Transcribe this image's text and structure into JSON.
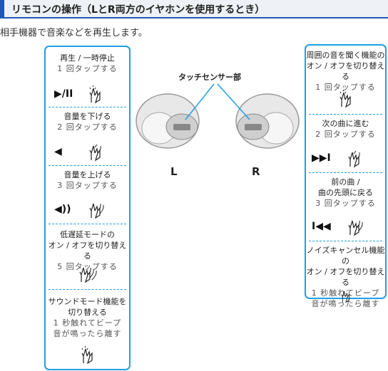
{
  "header": {
    "title": "リモコンの操作（LとR両方のイヤホンを使用するとき）"
  },
  "intro": "相手機器で音楽などを再生します。",
  "touch_sensor_label": "タッチセンサー部",
  "side_labels": {
    "left": "L",
    "right": "R"
  },
  "left_panel": [
    {
      "label_lines": [
        "再生 / 一時停止"
      ],
      "sub_lines": [
        "1 回タップする"
      ],
      "control_icon": "play-pause-icon",
      "control_glyph": "▶/II",
      "hand_icon": "tap-1-icon"
    },
    {
      "label_lines": [
        "音量を下げる"
      ],
      "sub_lines": [
        "2 回タップする"
      ],
      "control_icon": "volume-down-icon",
      "control_glyph": "◀",
      "hand_icon": "tap-2-icon"
    },
    {
      "label_lines": [
        "音量を上げる"
      ],
      "sub_lines": [
        "3 回タップする"
      ],
      "control_icon": "volume-up-icon",
      "control_glyph": "◀))",
      "hand_icon": "tap-3-icon"
    },
    {
      "label_lines": [
        "低遅延モードの",
        "オン / オフを切り替える"
      ],
      "sub_lines": [
        "5 回タップする"
      ],
      "control_icon": "",
      "control_glyph": "",
      "hand_icon": "tap-5-icon"
    },
    {
      "label_lines": [
        "サウンドモード機能を",
        "切り替える"
      ],
      "sub_lines": [
        "1 秒触れてビープ",
        "音が鳴ったら離す"
      ],
      "control_icon": "",
      "control_glyph": "",
      "hand_icon": "touch-hold-icon"
    }
  ],
  "right_panel": [
    {
      "label_lines": [
        "周囲の音を聞く機能の",
        "オン / オフを切り替える"
      ],
      "sub_lines": [
        "1 回タップする"
      ],
      "control_icon": "",
      "control_glyph": "",
      "hand_icon": "tap-1-icon"
    },
    {
      "label_lines": [
        "次の曲に進む"
      ],
      "sub_lines": [
        "2 回タップする"
      ],
      "control_icon": "next-track-icon",
      "control_glyph": "▶▶I",
      "hand_icon": "tap-2-icon"
    },
    {
      "label_lines": [
        "前の曲 /",
        "曲の先頭に戻る"
      ],
      "sub_lines": [
        "3 回タップする"
      ],
      "control_icon": "previous-track-icon",
      "control_glyph": "I◀◀",
      "hand_icon": "tap-3-icon"
    },
    {
      "label_lines": [
        "ノイズキャンセル機能の",
        "オン / オフを切り替える"
      ],
      "sub_lines": [
        "1 秒触れてビープ",
        "音が鳴ったら離す"
      ],
      "control_icon": "",
      "control_glyph": "",
      "hand_icon": "touch-hold-icon"
    }
  ],
  "colors": {
    "accent": "#1f9fe8",
    "header_bar": "#1f57b8"
  }
}
